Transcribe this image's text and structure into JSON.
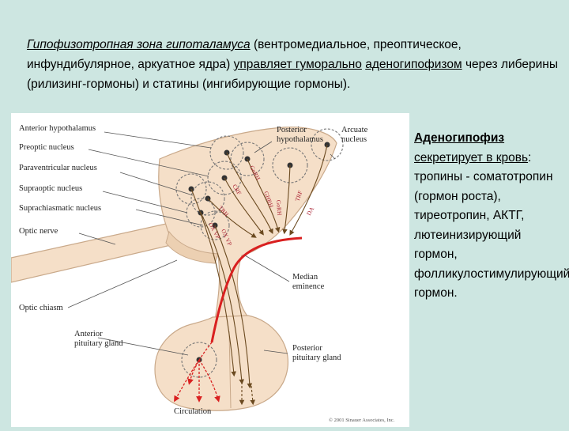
{
  "intro": {
    "zone": "Гипофизотропная зона гипоталамуса",
    "nuclei": " (вентромедиальное, преоптическое, инфундибулярное, аркуатное ядра) ",
    "controls": "управляет гуморально",
    "space": " ",
    "adeno": "аденогипофизом",
    "rest": " через либерины (рилизинг-гормоны) и статины (ингибирующие гормоны)."
  },
  "side": {
    "heading": "Аденогипофиз",
    "secretes": "секретирует в кровь",
    "colon": ":",
    "body": "тропины - соматотропин (гормон роста), тиреотропин, АКТГ, лютеинизирующий гормон, фолликулостимулирующий гормон."
  },
  "figure": {
    "labels": {
      "anterior_hypothalamus": "Anterior hypothalamus",
      "preoptic": "Preoptic nucleus",
      "paraventricular": "Paraventricular nucleus",
      "supraoptic": "Supraoptic nucleus",
      "suprachiasmatic": "Suprachiasmatic nucleus",
      "optic_nerve": "Optic nerve",
      "optic_chiasm": "Optic chiasm",
      "posterior_hypo_1": "Posterior",
      "posterior_hypo_2": "hypothalamus",
      "arcuate_1": "Arcuate",
      "arcuate_2": "nucleus",
      "median_1": "Median",
      "median_2": "eminence",
      "anterior_pit_1": "Anterior",
      "anterior_pit_2": "pituitary gland",
      "posterior_pit_1": "Posterior",
      "posterior_pit_2": "pituitary gland",
      "circulation": "Circulation",
      "copyright": "© 2001 Sinauer Associates, Inc."
    },
    "hormones": {
      "gnrh": "GnRH",
      "crf": "CRF",
      "trh": "TRH",
      "ghrh": "GHRH",
      "gohrh": "GoRH",
      "trf": "TRF",
      "da": "DA",
      "oxvp": "OX VP",
      "oxvp2": "OX VP"
    },
    "colors": {
      "tissue": "#f5dfc8",
      "tissue_edge": "#c9a98a",
      "red": "#d92020",
      "fiber": "#8a6a3c"
    }
  }
}
